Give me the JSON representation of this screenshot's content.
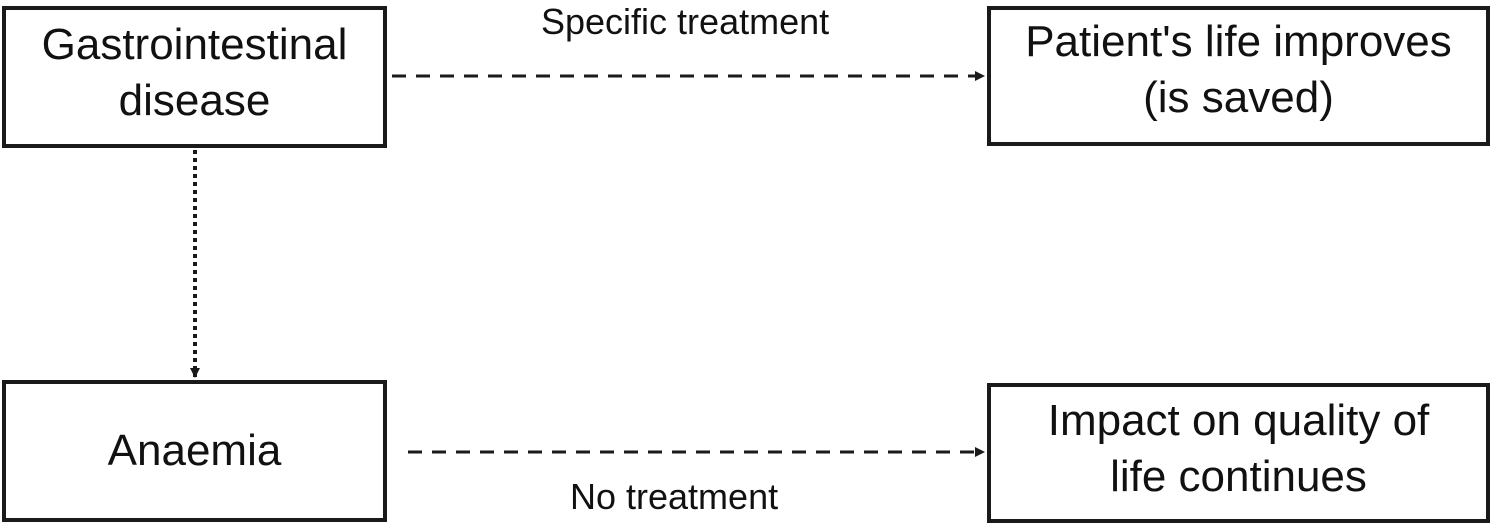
{
  "diagram": {
    "nodes": {
      "gi_disease": "Gastrointestinal\ndisease",
      "life_improves": "Patient's life improves\n(is saved)",
      "anaemia": "Anaemia",
      "quality_impact": "Impact on quality of\nlife continues"
    },
    "edges": {
      "specific_treatment": "Specific treatment",
      "no_treatment": "No treatment"
    },
    "colors": {
      "stroke": "#1a1a1a",
      "background": "#ffffff"
    }
  }
}
